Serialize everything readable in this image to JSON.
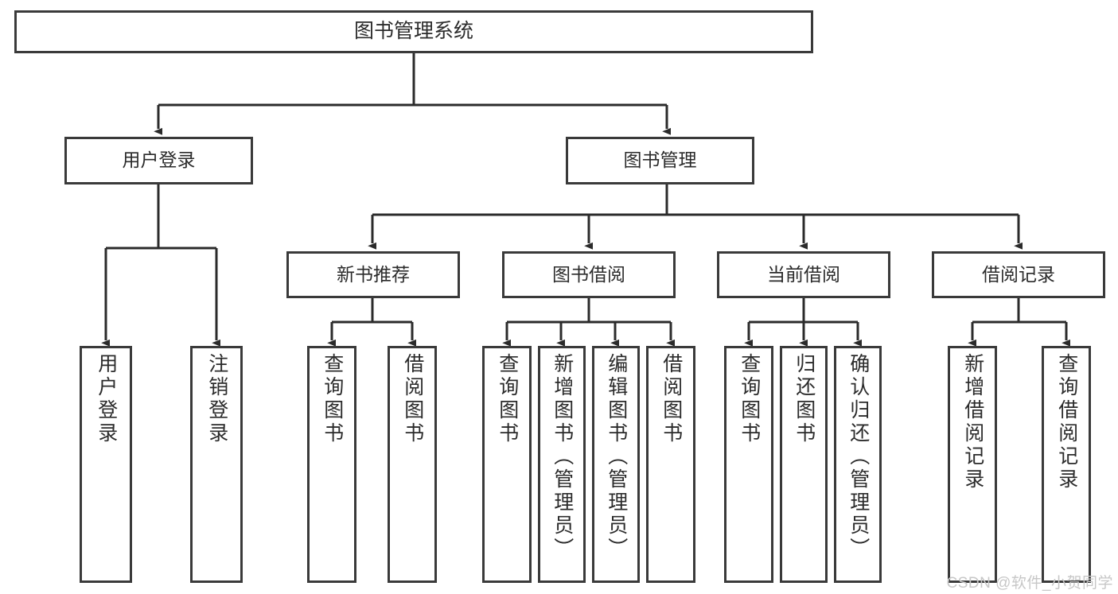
{
  "diagram": {
    "type": "tree",
    "title": "图书管理系统",
    "watermark": "CSDN @软件_小贺同学",
    "colors": {
      "box_border": "#3a3a3a",
      "box_fill": "#ffffff",
      "wire": "#2b2b2b",
      "text": "#2b2b2b",
      "watermark": "#c7c7c7"
    },
    "root": {
      "label": "图书管理系统"
    },
    "level1": [
      {
        "label": "用户登录"
      },
      {
        "label": "图书管理"
      }
    ],
    "level2": [
      {
        "label": "新书推荐"
      },
      {
        "label": "图书借阅"
      },
      {
        "label": "当前借阅"
      },
      {
        "label": "借阅记录"
      }
    ],
    "leaves": {
      "user_login": [
        {
          "label": "用户登录"
        },
        {
          "label": "注销登录"
        }
      ],
      "new_book": [
        {
          "label": "查询图书"
        },
        {
          "label": "借阅图书"
        }
      ],
      "book_borrow": [
        {
          "label": "查询图书"
        },
        {
          "label": "新增图书（管理员）"
        },
        {
          "label": "编辑图书（管理员）"
        },
        {
          "label": "借阅图书"
        }
      ],
      "current_borrow": [
        {
          "label": "查询图书"
        },
        {
          "label": "归还图书"
        },
        {
          "label": "确认归还（管理员）"
        }
      ],
      "borrow_record": [
        {
          "label": "新增借阅记录"
        },
        {
          "label": "查询借阅记录"
        }
      ]
    }
  }
}
